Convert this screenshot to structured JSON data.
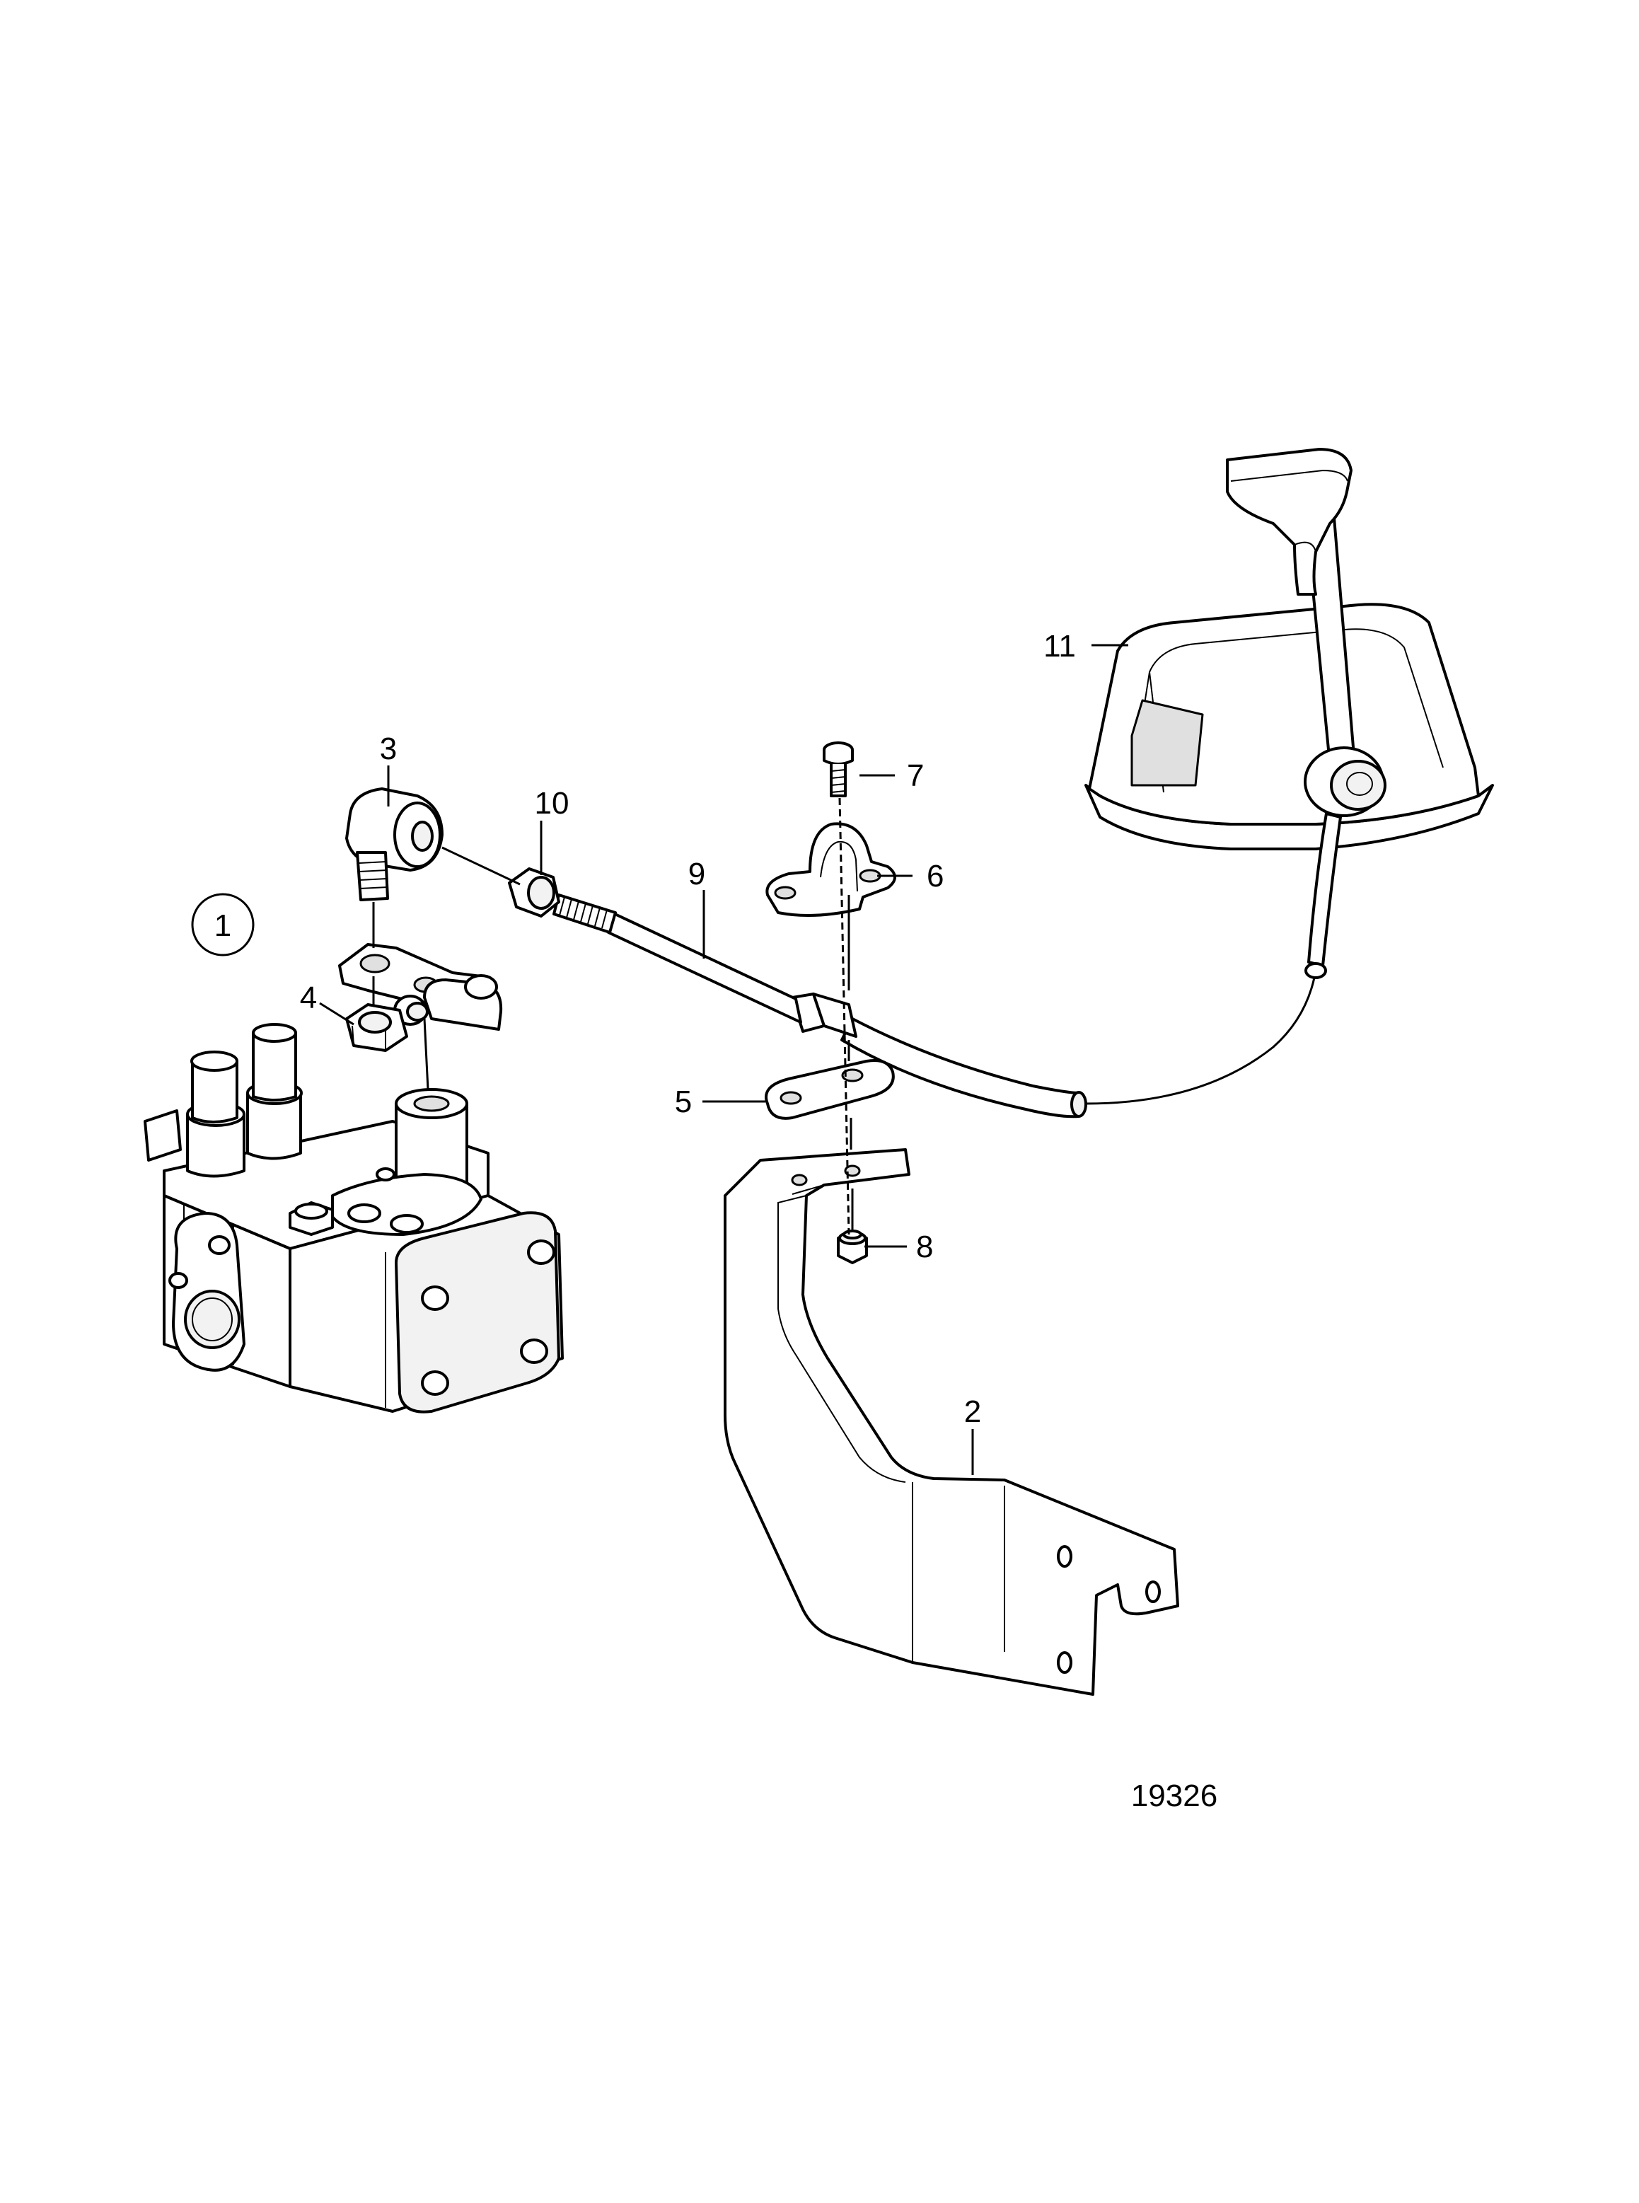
{
  "figure_number": "19326",
  "callouts": [
    {
      "id": "c1",
      "label": "1",
      "circled": true
    },
    {
      "id": "c2",
      "label": "2"
    },
    {
      "id": "c3",
      "label": "3"
    },
    {
      "id": "c4",
      "label": "4"
    },
    {
      "id": "c5",
      "label": "5"
    },
    {
      "id": "c6",
      "label": "6"
    },
    {
      "id": "c7",
      "label": "7"
    },
    {
      "id": "c8",
      "label": "8"
    },
    {
      "id": "c9",
      "label": "9"
    },
    {
      "id": "c10",
      "label": "10"
    },
    {
      "id": "c11",
      "label": "11"
    }
  ]
}
